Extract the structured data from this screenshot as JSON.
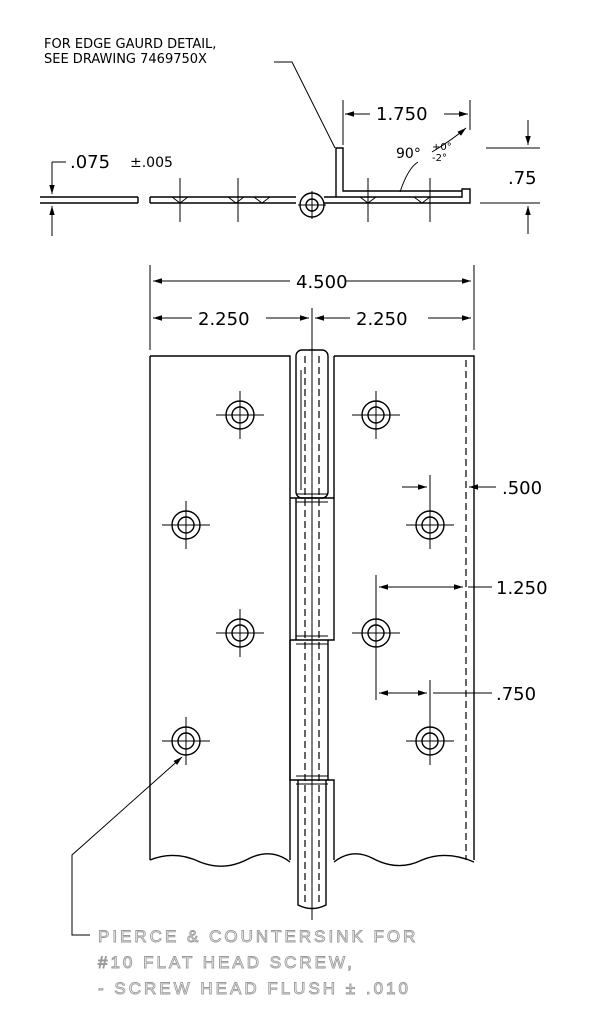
{
  "notes": {
    "edge_guard_line1": "FOR EDGE GAURD DETAIL,",
    "edge_guard_line2": "SEE DRAWING 7469750X",
    "pierce_line1": "PIERCE & COUNTERSINK FOR",
    "pierce_line2": "#10 FLAT HEAD SCREW,",
    "pierce_line3": "- SCREW HEAD FLUSH ± .010"
  },
  "dimensions": {
    "thickness": ".075",
    "thickness_tol": "±.005",
    "flange_width": "1.750",
    "angle": "90°",
    "angle_tol_plus": "+0°",
    "angle_tol_minus": "-2°",
    "flange_height": ".75",
    "overall_width": "4.500",
    "half_left": "2.250",
    "half_right": "2.250",
    "edge_offset": ".500",
    "hole_offset_inner": "1.250",
    "hole_offset_outer": ".750"
  }
}
